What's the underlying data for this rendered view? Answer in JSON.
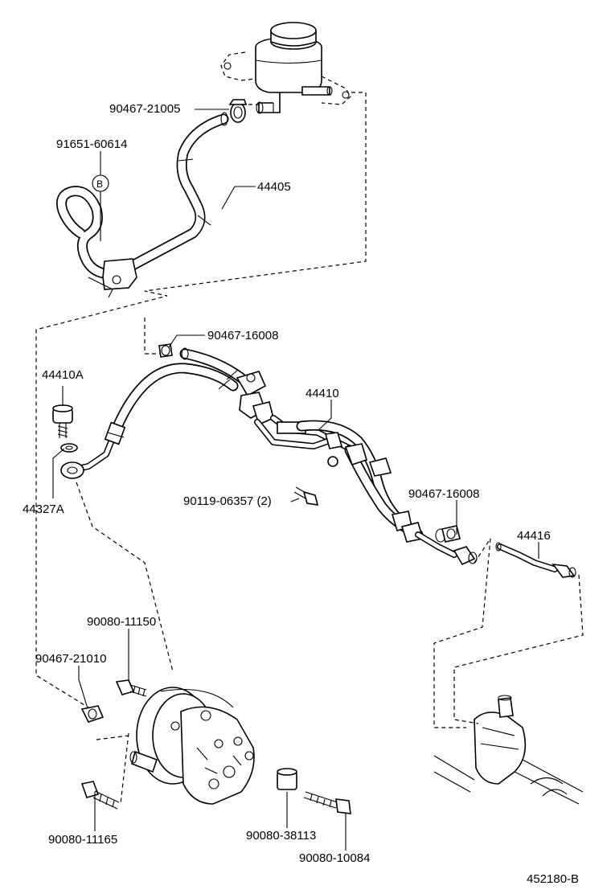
{
  "labels": {
    "p90467_21005": "90467-21005",
    "p91651_60614": "91651-60614",
    "b_marker": "B",
    "p44405": "44405",
    "p90467_16008_top": "90467-16008",
    "p44410A": "44410A",
    "p44410": "44410",
    "p44327A": "44327A",
    "p90119_06357": "90119-06357 (2)",
    "p90467_16008_right": "90467-16008",
    "p44416": "44416",
    "p90080_11150": "90080-11150",
    "p90467_21010": "90467-21010",
    "p90080_11165": "90080-11165",
    "p90080_38113": "90080-38113",
    "p90080_10084": "90080-10084",
    "figure_code": "452180-B"
  }
}
